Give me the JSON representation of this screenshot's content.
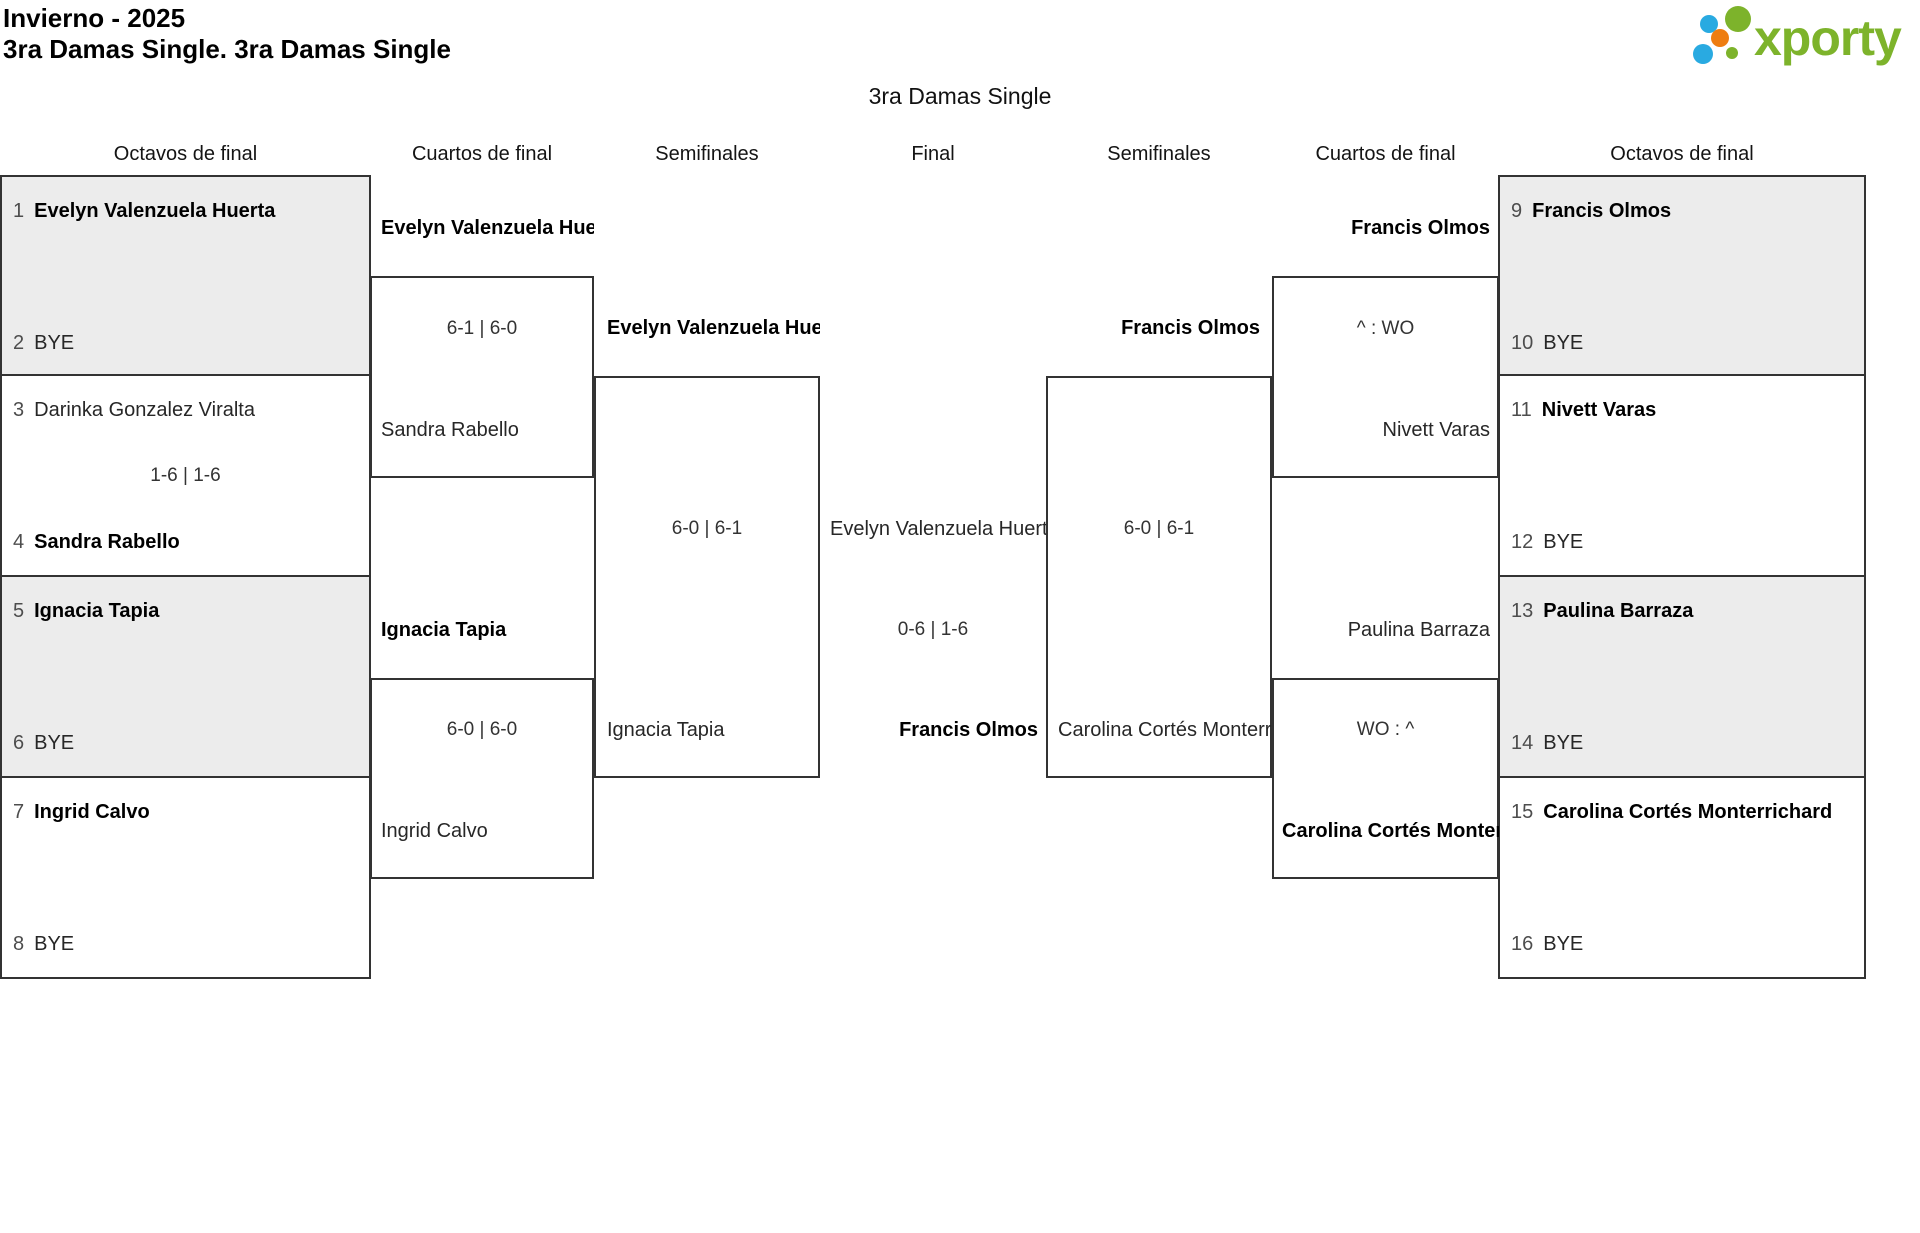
{
  "page": {
    "title1": "Invierno - 2025",
    "title2": "3ra Damas Single. 3ra Damas Single",
    "bracket_title": "3ra Damas Single",
    "logo_text": "xporty"
  },
  "rounds": [
    "Octavos de final",
    "Cuartos de final",
    "Semifinales",
    "Final",
    "Semifinales",
    "Cuartos de final",
    "Octavos de final"
  ],
  "r16": {
    "left": [
      {
        "p1": {
          "seed": "1",
          "name": "Evelyn Valenzuela Huerta",
          "winner": true
        },
        "p2": {
          "seed": "2",
          "name": "BYE",
          "winner": false
        },
        "score": ""
      },
      {
        "p1": {
          "seed": "3",
          "name": "Darinka Gonzalez Viralta",
          "winner": false
        },
        "p2": {
          "seed": "4",
          "name": "Sandra Rabello",
          "winner": true
        },
        "score": "1-6 | 1-6"
      },
      {
        "p1": {
          "seed": "5",
          "name": "Ignacia Tapia",
          "winner": true
        },
        "p2": {
          "seed": "6",
          "name": "BYE",
          "winner": false
        },
        "score": ""
      },
      {
        "p1": {
          "seed": "7",
          "name": "Ingrid Calvo",
          "winner": true
        },
        "p2": {
          "seed": "8",
          "name": "BYE",
          "winner": false
        },
        "score": ""
      }
    ],
    "right": [
      {
        "p1": {
          "seed": "9",
          "name": "Francis Olmos",
          "winner": true
        },
        "p2": {
          "seed": "10",
          "name": "BYE",
          "winner": false
        },
        "score": ""
      },
      {
        "p1": {
          "seed": "11",
          "name": "Nivett Varas",
          "winner": true
        },
        "p2": {
          "seed": "12",
          "name": "BYE",
          "winner": false
        },
        "score": ""
      },
      {
        "p1": {
          "seed": "13",
          "name": "Paulina Barraza",
          "winner": true
        },
        "p2": {
          "seed": "14",
          "name": "BYE",
          "winner": false
        },
        "score": ""
      },
      {
        "p1": {
          "seed": "15",
          "name": "Carolina Cortés Monterrichard",
          "winner": true
        },
        "p2": {
          "seed": "16",
          "name": "BYE",
          "winner": false
        },
        "score": ""
      }
    ]
  },
  "qf": {
    "left": [
      {
        "top": "Evelyn Valenzuela Huerta",
        "score": "6-1 | 6-0",
        "bottom": "Sandra Rabello"
      },
      {
        "top": "Ignacia Tapia",
        "score": "6-0 | 6-0",
        "bottom": "Ingrid Calvo"
      }
    ],
    "right": [
      {
        "top": "Francis Olmos",
        "score": "^ : WO",
        "bottom": "Nivett Varas"
      },
      {
        "top": "Paulina Barraza",
        "score": "WO : ^",
        "bottom": "Carolina Cortés Monterrichard"
      }
    ]
  },
  "sf": {
    "left": {
      "top": "Evelyn Valenzuela Huerta",
      "score": "6-0 | 6-1",
      "bottom": "Ignacia Tapia"
    },
    "right": {
      "top": "Francis Olmos",
      "score": "6-0 | 6-1",
      "bottom": "Carolina Cortés Monterrichard"
    }
  },
  "final": {
    "top": "Evelyn Valenzuela Huerta",
    "score": "0-6 | 1-6",
    "bottom": "Francis Olmos"
  },
  "colors": {
    "green": "#7db32b",
    "blue": "#29aae1",
    "orange": "#ee7d11",
    "box_fill": "#ececec",
    "border": "#333333"
  }
}
